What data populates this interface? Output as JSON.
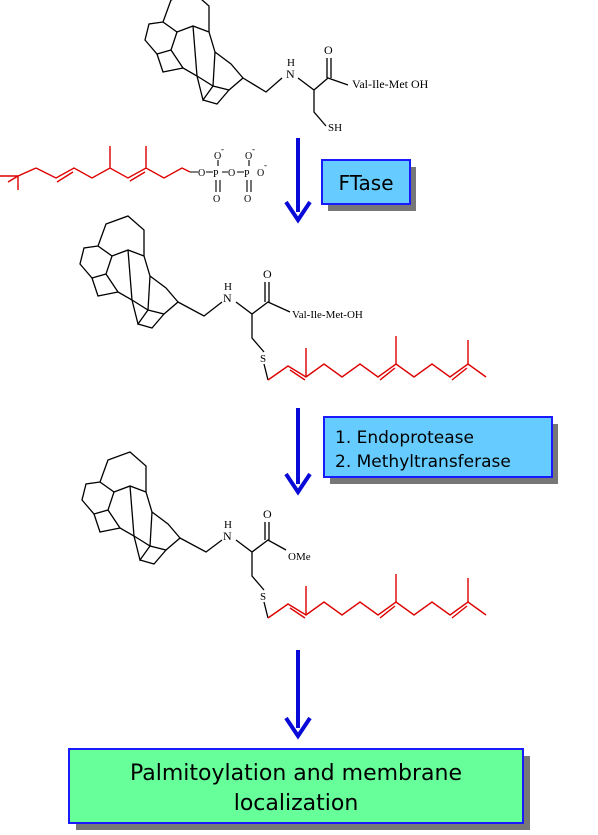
{
  "colors": {
    "bond": "#000000",
    "farnesyl": "#dd0000",
    "arrow": "#0a0ad8",
    "enzyme_box": "#66ccff",
    "final_box": "#66ff99",
    "shadow": "#777777"
  },
  "structure1": {
    "nh": "N",
    "h": "H",
    "carbonyl_o": "O",
    "peptide": "Val-Ile-Met OH",
    "thiol": "SH"
  },
  "reagent": {
    "o1": "O",
    "p1": "P",
    "o2": "O",
    "p2": "P",
    "o3": "O",
    "o_minus_1": "O",
    "minus_1": "-",
    "o_minus_2": "O",
    "minus_2": "-",
    "o_minus_3": "O",
    "minus_3": "-",
    "o_dbl_1": "O",
    "o_dbl_2": "O"
  },
  "step1": {
    "enzyme": "FTase"
  },
  "structure2": {
    "nh": "N",
    "h": "H",
    "carbonyl_o": "O",
    "peptide": "Val-Ile-Met-OH",
    "sulfur": "S"
  },
  "step2": {
    "line1": "1.  Endoprotease",
    "line2": "2.  Methyltransferase"
  },
  "structure3": {
    "nh": "N",
    "h": "H",
    "carbonyl_o": "O",
    "ester": "OMe",
    "sulfur": "S"
  },
  "final": {
    "line1": "Palmitoylation and membrane",
    "line2": "localization"
  }
}
